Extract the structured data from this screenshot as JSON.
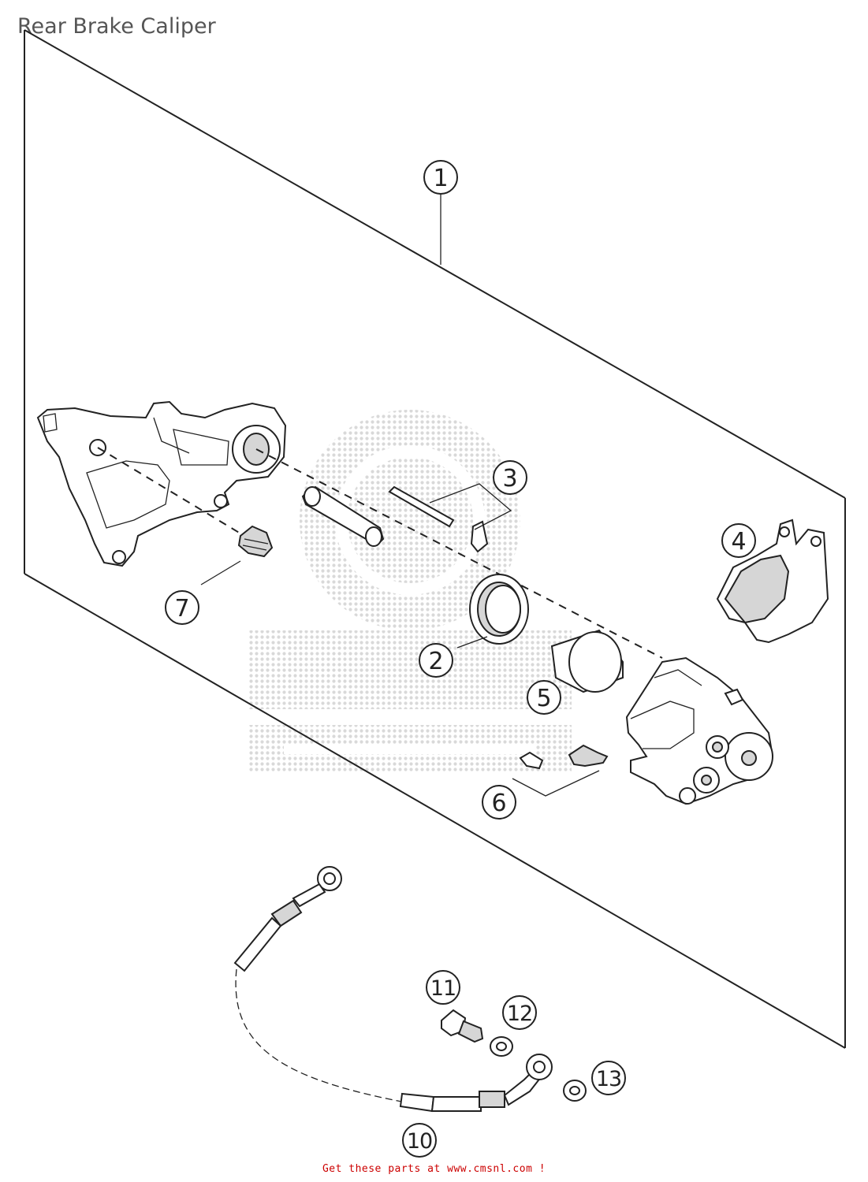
{
  "page": {
    "title": "Rear Brake Caliper",
    "footer_link": "Get these parts at www.cmsnl.com !"
  },
  "callouts": [
    "1",
    "2",
    "3",
    "4",
    "5",
    "6",
    "7",
    "10",
    "11",
    "12",
    "13"
  ],
  "colors": {
    "line": "#222222",
    "title": "#555555",
    "footer": "#cc0000",
    "watermark": "#d9d9d9"
  },
  "icons": {
    "watermark": "cmsnl-logo-watermark"
  }
}
